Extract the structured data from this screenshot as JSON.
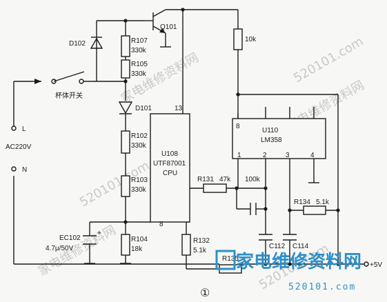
{
  "labels": {
    "q101": "Q101",
    "d102": "D102",
    "r107": "R107",
    "r107_val": "330k",
    "r105": "R105",
    "r105_val": "330k",
    "switch": "杯体开关",
    "d101": "D101",
    "ac_l": "L",
    "ac_volt": "AC220V",
    "ac_n": "N",
    "r102": "R102",
    "r102_val": "330k",
    "r103": "R103",
    "r103_val": "330k",
    "ec102": "EC102",
    "ec102_val": "4.7μ/50V",
    "r104": "R104",
    "r104_val": "18k",
    "r10k": "10k",
    "u108": "U108",
    "u108_part": "UTF87001",
    "u108_type": "CPU",
    "pin13": "13",
    "pin8_cpu": "8",
    "u110": "U110",
    "u110_part": "LM358",
    "pin8_op": "8",
    "pin1": "1",
    "pin2": "2",
    "pin3": "3",
    "pin4": "4",
    "r131": "R131",
    "r131_val": "47k",
    "r100k": "100k",
    "r134": "R134",
    "r134_val": "5.1k",
    "r132": "R132",
    "r132_val": "5.1k",
    "c112": "C112",
    "c114": "C114",
    "r135": "R135",
    "vcc": "+5V",
    "fig_no": "①"
  },
  "watermark": {
    "text_cn": "家电维修资料网",
    "url": "520101.com",
    "logo_cn": "家电维修资料网",
    "logo_url": "520101.com"
  },
  "colors": {
    "ink": "#1a1a1a",
    "logo": "#2e8fc9",
    "watermark": "#c9c9c9"
  }
}
